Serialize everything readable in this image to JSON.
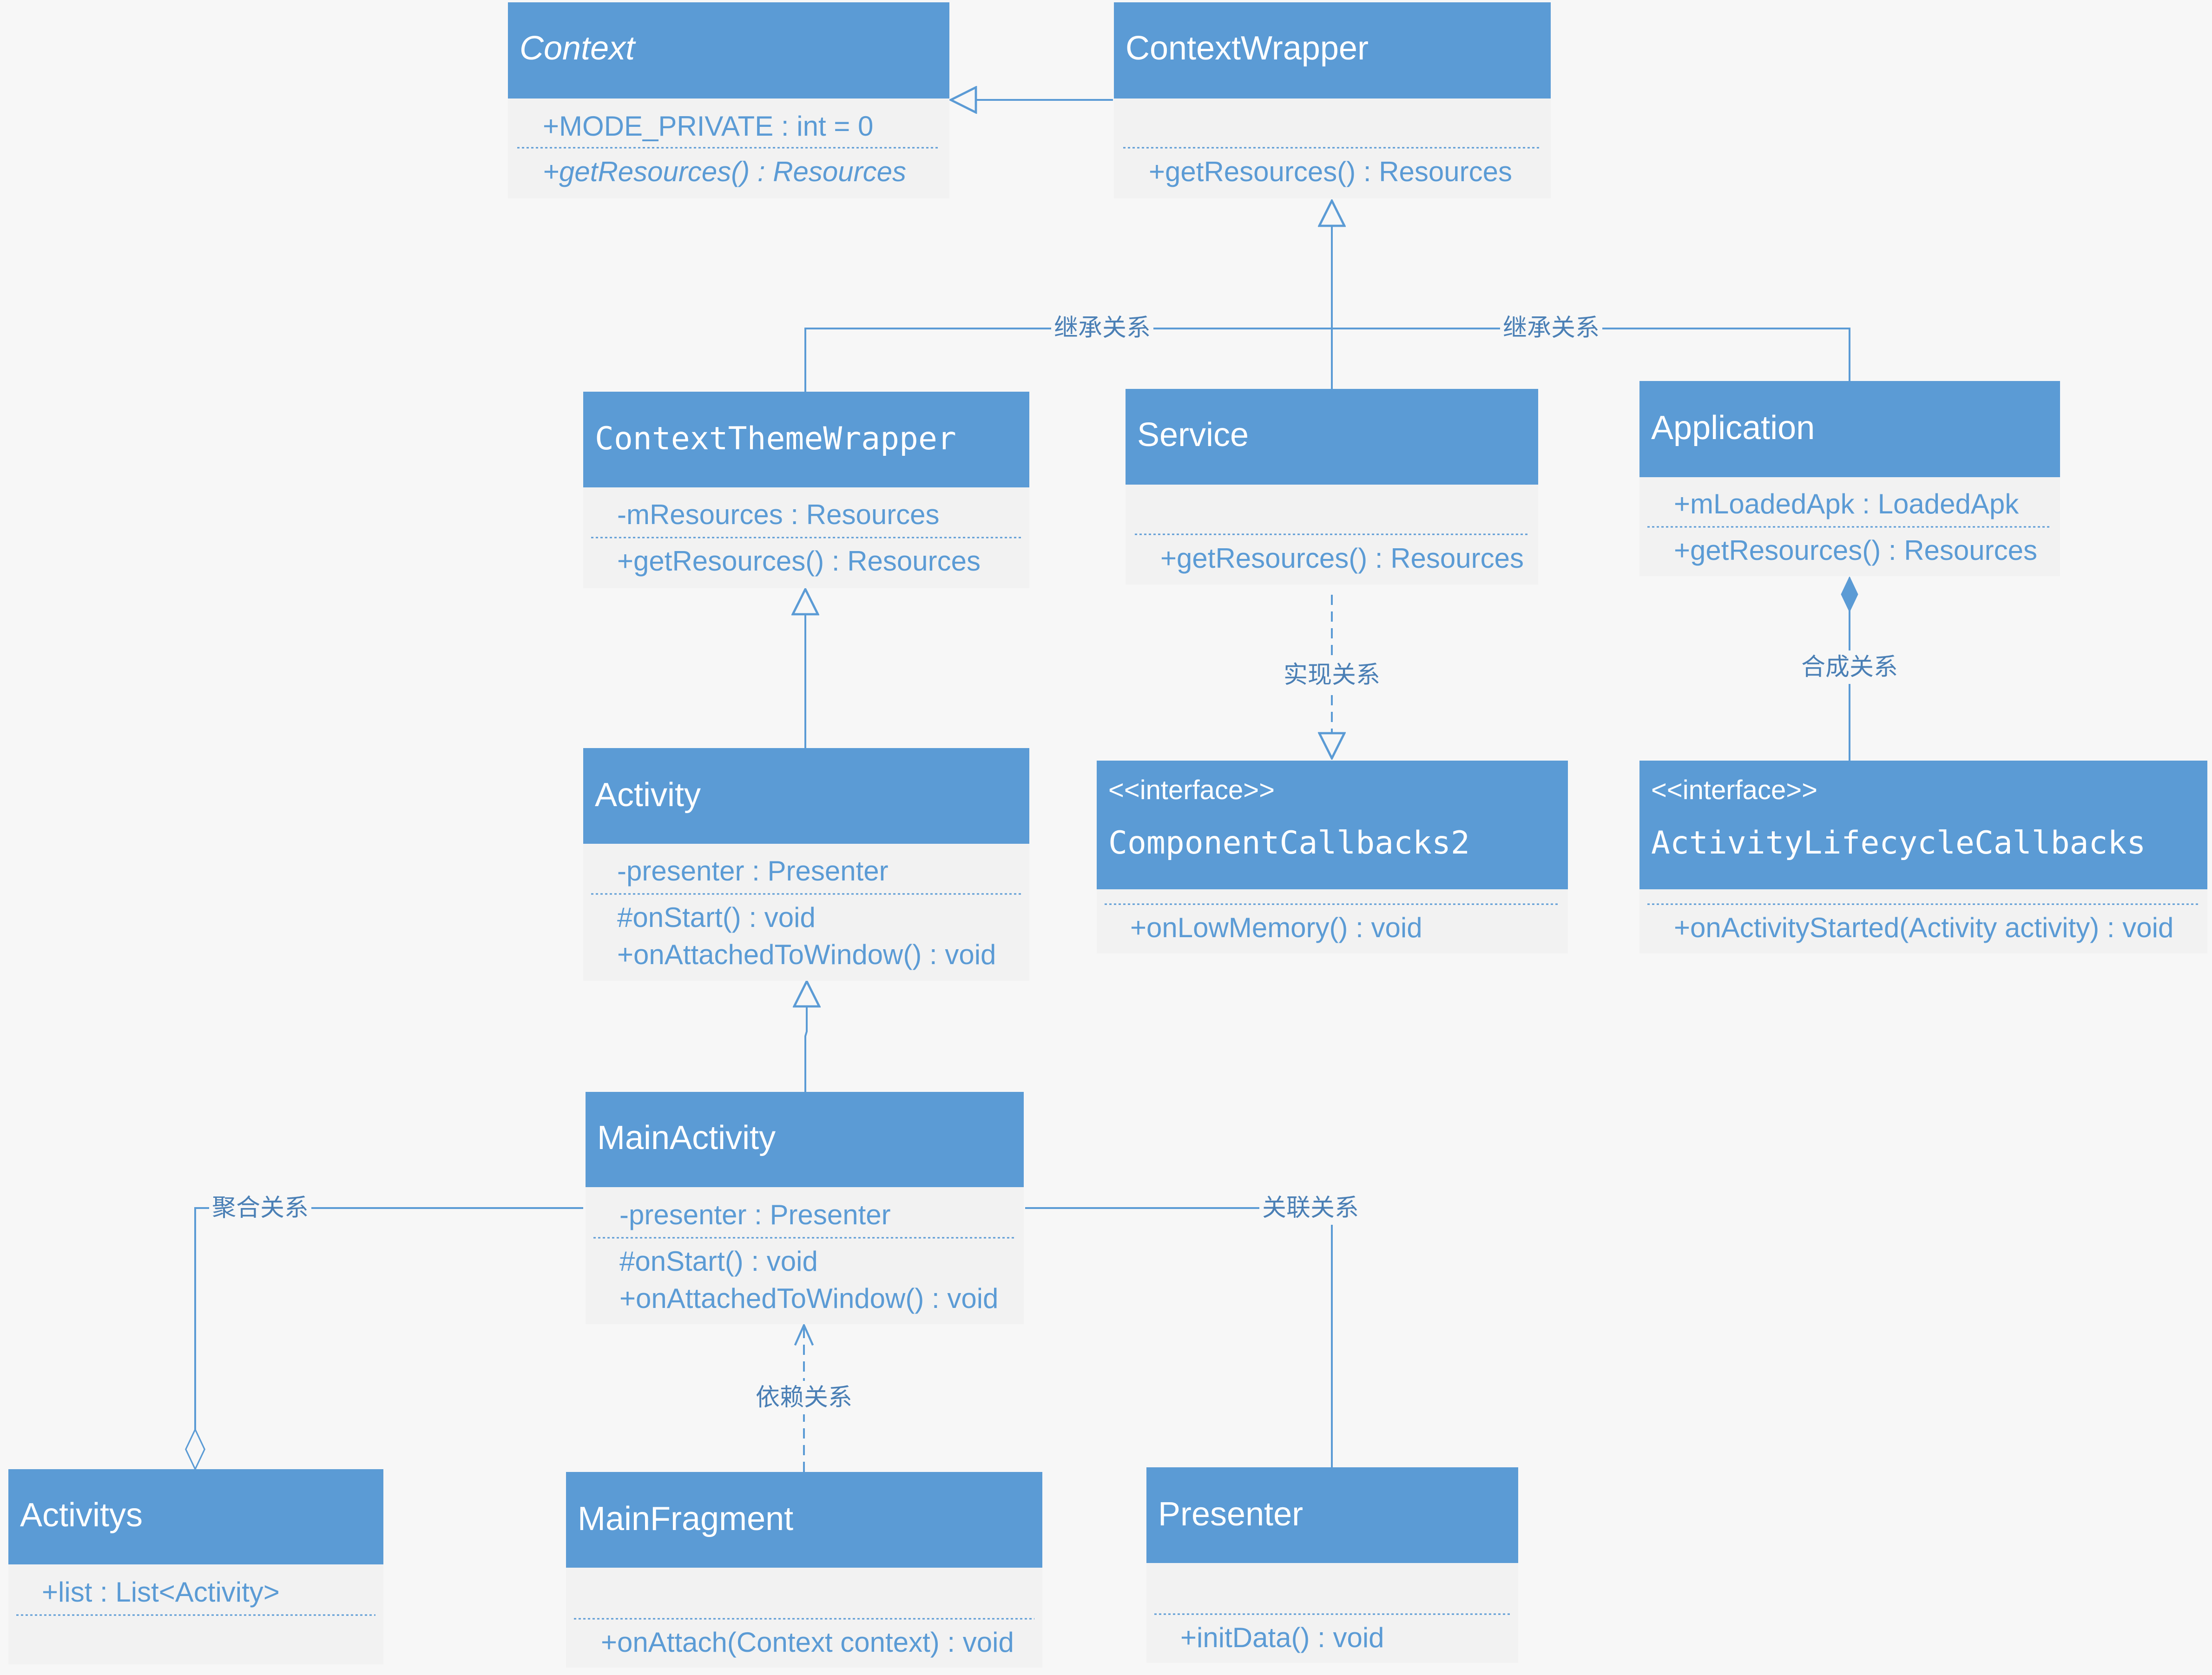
{
  "classes": {
    "context": {
      "name": "Context",
      "attributes": [
        "+MODE_PRIVATE : int = 0"
      ],
      "operations": [
        "+getResources() : Resources"
      ]
    },
    "context_wrapper": {
      "name": "ContextWrapper",
      "attributes": [],
      "operations": [
        "+getResources() : Resources"
      ]
    },
    "context_theme_wrapper": {
      "name": "ContextThemeWrapper",
      "attributes": [
        "-mResources : Resources"
      ],
      "operations": [
        "+getResources() : Resources"
      ]
    },
    "service": {
      "name": "Service",
      "attributes": [],
      "operations": [
        "+getResources() : Resources"
      ]
    },
    "application": {
      "name": "Application",
      "attributes": [
        "+mLoadedApk : LoadedApk"
      ],
      "operations": [
        "+getResources() : Resources"
      ]
    },
    "activity": {
      "name": "Activity",
      "attributes": [
        "-presenter : Presenter"
      ],
      "operations": [
        "#onStart() : void",
        "+onAttachedToWindow() : void"
      ]
    },
    "component_callbacks2": {
      "stereotype": "<<interface>>",
      "name": "ComponentCallbacks2",
      "attributes": [],
      "operations": [
        "+onLowMemory() : void"
      ]
    },
    "activity_lifecycle_callbacks": {
      "stereotype": "<<interface>>",
      "name": "ActivityLifecycleCallbacks",
      "attributes": [],
      "operations": [
        "+onActivityStarted(Activity activity) : void"
      ]
    },
    "main_activity": {
      "name": "MainActivity",
      "attributes": [
        "-presenter : Presenter"
      ],
      "operations": [
        "#onStart() : void",
        "+onAttachedToWindow() : void"
      ]
    },
    "activitys": {
      "name": "Activitys",
      "attributes": [
        "+list : List<Activity>"
      ],
      "operations": []
    },
    "main_fragment": {
      "name": "MainFragment",
      "attributes": [],
      "operations": [
        "+onAttach(Context context) : void"
      ]
    },
    "presenter": {
      "name": "Presenter",
      "attributes": [],
      "operations": [
        "+initData() : void"
      ]
    }
  },
  "relations": {
    "inheritance_left": "继承关系",
    "inheritance_right": "继承关系",
    "realization": "实现关系",
    "composition": "合成关系",
    "aggregation": "聚合关系",
    "association": "关联关系",
    "dependency": "依赖关系"
  },
  "colors": {
    "header": "#5b9bd5",
    "body": "#f2f2f2",
    "line": "#5b9bd5",
    "member_text": "#5b9bd5",
    "background": "#f7f7f7"
  }
}
